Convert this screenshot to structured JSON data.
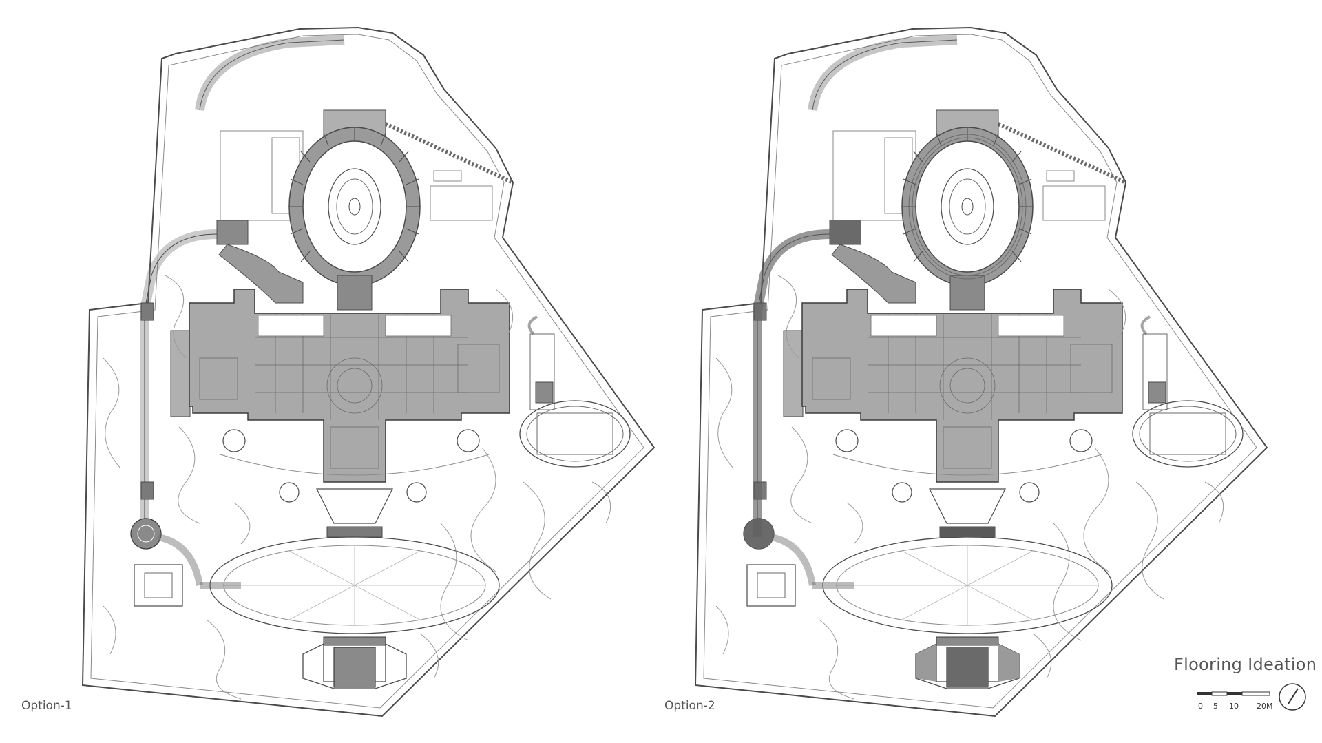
{
  "title": "Flooring Ideation",
  "options": [
    {
      "label": "Option-1",
      "variant": "simple"
    },
    {
      "label": "Option-2",
      "variant": "patterned"
    }
  ],
  "scale": {
    "ticks": [
      "0",
      "5",
      "10",
      "20M"
    ]
  },
  "icons": {
    "north": "north-arrow-icon"
  },
  "colors": {
    "line": "#4a4a4a",
    "building_fill": "#a9a9a9",
    "pattern_fill": "#7d7d7d",
    "text": "#555555"
  }
}
